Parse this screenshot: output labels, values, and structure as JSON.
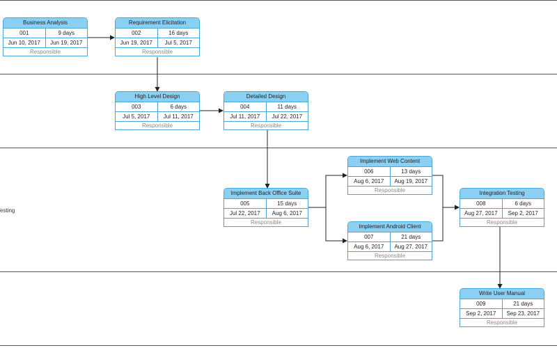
{
  "lanes": {
    "label_testing": "Testing"
  },
  "tasks": [
    {
      "name": "Business Analysis",
      "id": "001",
      "duration": "9 days",
      "start": "Jun 10, 2017",
      "end": "Jun 19, 2017",
      "responsible": "Responsible"
    },
    {
      "name": "Requirement Elicitation",
      "id": "002",
      "duration": "16 days",
      "start": "Jun 19, 2017",
      "end": "Jul 5, 2017",
      "responsible": "Responsible"
    },
    {
      "name": "High Level Design",
      "id": "003",
      "duration": "6 days",
      "start": "Jul 5, 2017",
      "end": "Jul 11, 2017",
      "responsible": "Responsible"
    },
    {
      "name": "Detailed Design",
      "id": "004",
      "duration": "11 days",
      "start": "Jul 11, 2017",
      "end": "Jul 22, 2017",
      "responsible": "Responsible"
    },
    {
      "name": "Implement Back Office Suite",
      "id": "005",
      "duration": "15 days",
      "start": "Jul 22, 2017",
      "end": "Aug 6, 2017",
      "responsible": "Responsible"
    },
    {
      "name": "Implement Web Content",
      "id": "006",
      "duration": "13 days",
      "start": "Aug 6, 2017",
      "end": "Aug 19, 2017",
      "responsible": "Responsible"
    },
    {
      "name": "Implement Android Client",
      "id": "007",
      "duration": "21 days",
      "start": "Aug 6, 2017",
      "end": "Aug 27, 2017",
      "responsible": "Responsible"
    },
    {
      "name": "Integration Testing",
      "id": "008",
      "duration": "6 days",
      "start": "Aug 27, 2017",
      "end": "Sep 2, 2017",
      "responsible": "Responsible"
    },
    {
      "name": "Write User Manual",
      "id": "009",
      "duration": "21 days",
      "start": "Sep 2, 2017",
      "end": "Sep 23, 2017",
      "responsible": "Responsible"
    }
  ],
  "colors": {
    "header": "#8bd0f3",
    "border": "#4aa6d6",
    "responsible_text": "#8a8a8a"
  }
}
